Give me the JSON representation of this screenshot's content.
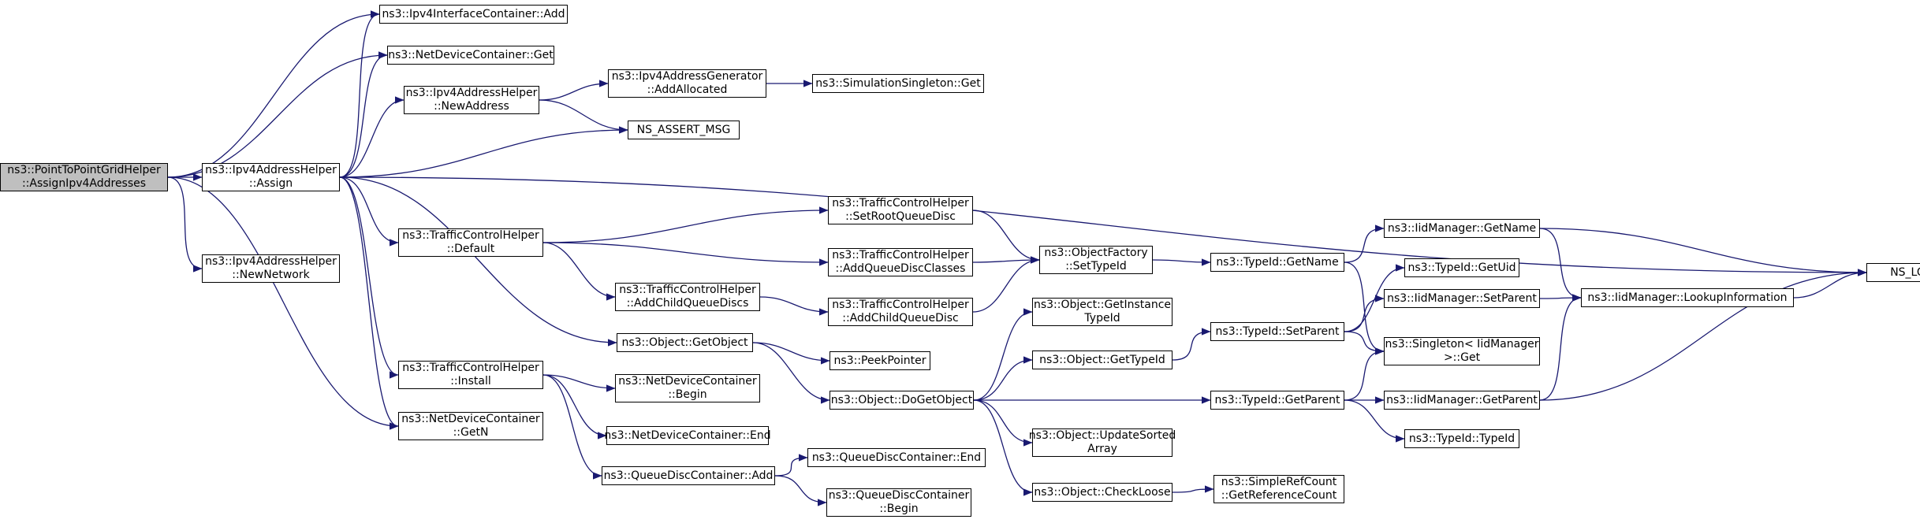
{
  "graph": {
    "colors": {
      "edge": "#191970",
      "node_border": "#000000",
      "root_fill": "#bfbfbf",
      "node_fill": "#ffffff"
    },
    "nodes": [
      {
        "id": "root",
        "lines": [
          "ns3::PointToPointGridHelper",
          "::AssignIpv4Addresses"
        ],
        "root": true
      },
      {
        "id": "assign",
        "lines": [
          "ns3::Ipv4AddressHelper",
          "::Assign"
        ]
      },
      {
        "id": "newnetwork",
        "lines": [
          "ns3::Ipv4AddressHelper",
          "::NewNetwork"
        ]
      },
      {
        "id": "ifc_add",
        "lines": [
          "ns3::Ipv4InterfaceContainer::Add"
        ]
      },
      {
        "id": "ndc_get",
        "lines": [
          "ns3::NetDeviceContainer::Get"
        ]
      },
      {
        "id": "newaddress",
        "lines": [
          "ns3::Ipv4AddressHelper",
          "::NewAddress"
        ]
      },
      {
        "id": "assert",
        "lines": [
          "NS_ASSERT_MSG"
        ]
      },
      {
        "id": "addalloc",
        "lines": [
          "ns3::Ipv4AddressGenerator",
          "::AddAllocated"
        ]
      },
      {
        "id": "simsingleton",
        "lines": [
          "ns3::SimulationSingleton::Get"
        ]
      },
      {
        "id": "tch_default",
        "lines": [
          "ns3::TrafficControlHelper",
          "::Default"
        ]
      },
      {
        "id": "tch_setroot",
        "lines": [
          "ns3::TrafficControlHelper",
          "::SetRootQueueDisc"
        ]
      },
      {
        "id": "tch_addclasses",
        "lines": [
          "ns3::TrafficControlHelper",
          "::AddQueueDiscClasses"
        ]
      },
      {
        "id": "tch_addchilds",
        "lines": [
          "ns3::TrafficControlHelper",
          "::AddChildQueueDiscs"
        ]
      },
      {
        "id": "tch_addchild",
        "lines": [
          "ns3::TrafficControlHelper",
          "::AddChildQueueDisc"
        ]
      },
      {
        "id": "of_settypeid",
        "lines": [
          "ns3::ObjectFactory",
          "::SetTypeId"
        ]
      },
      {
        "id": "typeid_getname",
        "lines": [
          "ns3::TypeId::GetName"
        ]
      },
      {
        "id": "iid_getname",
        "lines": [
          "ns3::IidManager::GetName"
        ]
      },
      {
        "id": "log_logic",
        "lines": [
          "NS_LOG_LOGIC"
        ]
      },
      {
        "id": "obj_getobject",
        "lines": [
          "ns3::Object::GetObject"
        ]
      },
      {
        "id": "peekpointer",
        "lines": [
          "ns3::PeekPointer"
        ]
      },
      {
        "id": "obj_dogetobject",
        "lines": [
          "ns3::Object::DoGetObject"
        ]
      },
      {
        "id": "obj_getinst",
        "lines": [
          "ns3::Object::GetInstance",
          "TypeId"
        ]
      },
      {
        "id": "obj_gettypeid",
        "lines": [
          "ns3::Object::GetTypeId"
        ]
      },
      {
        "id": "typeid_setparent",
        "lines": [
          "ns3::TypeId::SetParent"
        ]
      },
      {
        "id": "typeid_getuid",
        "lines": [
          "ns3::TypeId::GetUid"
        ]
      },
      {
        "id": "iid_setparent",
        "lines": [
          "ns3::IidManager::SetParent"
        ]
      },
      {
        "id": "iid_lookup",
        "lines": [
          "ns3::IidManager::LookupInformation"
        ]
      },
      {
        "id": "singleton_get",
        "lines": [
          "ns3::Singleton< IidManager",
          ">::Get"
        ]
      },
      {
        "id": "tch_install",
        "lines": [
          "ns3::TrafficControlHelper",
          "::Install"
        ]
      },
      {
        "id": "ndc_begin",
        "lines": [
          "ns3::NetDeviceContainer",
          "::Begin"
        ]
      },
      {
        "id": "ndc_end",
        "lines": [
          "ns3::NetDeviceContainer::End"
        ]
      },
      {
        "id": "ndc_getn",
        "lines": [
          "ns3::NetDeviceContainer",
          "::GetN"
        ]
      },
      {
        "id": "qdc_add",
        "lines": [
          "ns3::QueueDiscContainer::Add"
        ]
      },
      {
        "id": "qdc_end",
        "lines": [
          "ns3::QueueDiscContainer::End"
        ]
      },
      {
        "id": "qdc_begin",
        "lines": [
          "ns3::QueueDiscContainer",
          "::Begin"
        ]
      },
      {
        "id": "typeid_getparent",
        "lines": [
          "ns3::TypeId::GetParent"
        ]
      },
      {
        "id": "iid_getparent",
        "lines": [
          "ns3::IidManager::GetParent"
        ]
      },
      {
        "id": "typeid_typeid",
        "lines": [
          "ns3::TypeId::TypeId"
        ]
      },
      {
        "id": "obj_updatesorted",
        "lines": [
          "ns3::Object::UpdateSorted",
          "Array"
        ]
      },
      {
        "id": "obj_checkloose",
        "lines": [
          "ns3::Object::CheckLoose"
        ]
      },
      {
        "id": "simplerefcount",
        "lines": [
          "ns3::SimpleRefCount",
          "::GetReferenceCount"
        ]
      }
    ],
    "edges": [
      [
        "root",
        "assign"
      ],
      [
        "root",
        "newnetwork"
      ],
      [
        "root",
        "ifc_add"
      ],
      [
        "root",
        "ndc_get"
      ],
      [
        "root",
        "ndc_getn"
      ],
      [
        "assign",
        "ifc_add"
      ],
      [
        "assign",
        "ndc_get"
      ],
      [
        "assign",
        "newaddress"
      ],
      [
        "assign",
        "assert"
      ],
      [
        "assign",
        "log_logic"
      ],
      [
        "assign",
        "tch_default"
      ],
      [
        "assign",
        "obj_getobject"
      ],
      [
        "assign",
        "tch_install"
      ],
      [
        "assign",
        "ndc_getn"
      ],
      [
        "newaddress",
        "addalloc"
      ],
      [
        "newaddress",
        "assert"
      ],
      [
        "addalloc",
        "simsingleton"
      ],
      [
        "tch_default",
        "tch_setroot"
      ],
      [
        "tch_default",
        "tch_addclasses"
      ],
      [
        "tch_default",
        "tch_addchilds"
      ],
      [
        "tch_setroot",
        "of_settypeid"
      ],
      [
        "tch_addclasses",
        "of_settypeid"
      ],
      [
        "tch_addchilds",
        "tch_addchild"
      ],
      [
        "tch_addchild",
        "of_settypeid"
      ],
      [
        "of_settypeid",
        "typeid_getname"
      ],
      [
        "typeid_getname",
        "iid_getname"
      ],
      [
        "typeid_getname",
        "singleton_get"
      ],
      [
        "iid_getname",
        "log_logic"
      ],
      [
        "iid_getname",
        "iid_lookup"
      ],
      [
        "iid_lookup",
        "log_logic"
      ],
      [
        "obj_getobject",
        "peekpointer"
      ],
      [
        "obj_getobject",
        "obj_dogetobject"
      ],
      [
        "obj_dogetobject",
        "obj_getinst"
      ],
      [
        "obj_dogetobject",
        "obj_gettypeid"
      ],
      [
        "obj_dogetobject",
        "typeid_getparent"
      ],
      [
        "obj_dogetobject",
        "obj_updatesorted"
      ],
      [
        "obj_dogetobject",
        "obj_checkloose"
      ],
      [
        "obj_gettypeid",
        "typeid_setparent"
      ],
      [
        "typeid_setparent",
        "typeid_getuid"
      ],
      [
        "typeid_setparent",
        "iid_setparent"
      ],
      [
        "typeid_setparent",
        "singleton_get"
      ],
      [
        "iid_setparent",
        "iid_lookup"
      ],
      [
        "typeid_getparent",
        "singleton_get"
      ],
      [
        "typeid_getparent",
        "iid_getparent"
      ],
      [
        "typeid_getparent",
        "typeid_typeid"
      ],
      [
        "iid_getparent",
        "iid_lookup"
      ],
      [
        "iid_getparent",
        "log_logic"
      ],
      [
        "obj_checkloose",
        "simplerefcount"
      ],
      [
        "tch_install",
        "ndc_begin"
      ],
      [
        "tch_install",
        "ndc_end"
      ],
      [
        "tch_install",
        "qdc_add"
      ],
      [
        "qdc_add",
        "qdc_end"
      ],
      [
        "qdc_add",
        "qdc_begin"
      ]
    ]
  }
}
